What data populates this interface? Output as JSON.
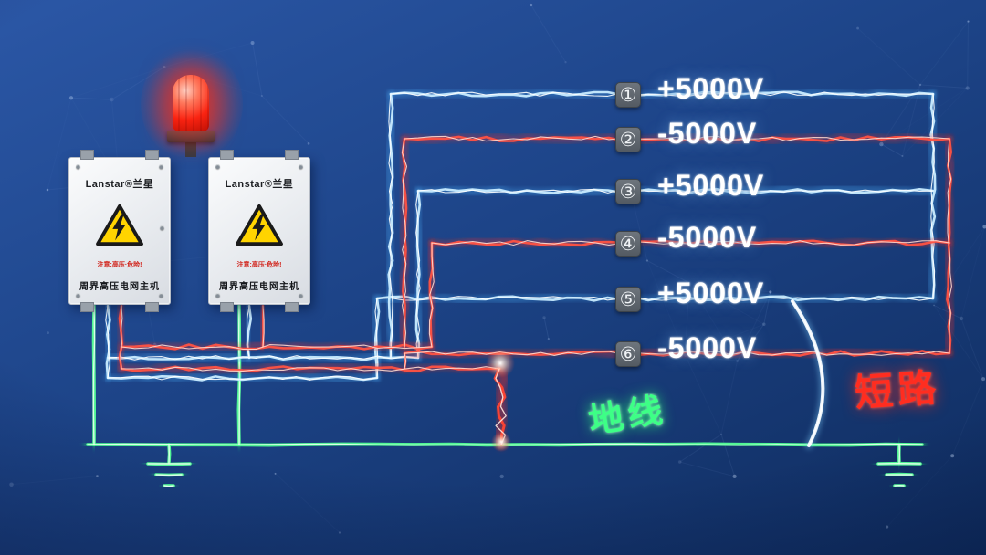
{
  "boxes": [
    {
      "brand": "Lanstar®兰星",
      "warning": "注意:高压·危险!",
      "model": "周界高压电网主机"
    },
    {
      "brand": "Lanstar®兰星",
      "warning": "注意:高压·危险!",
      "model": "周界高压电网主机"
    }
  ],
  "wires": [
    {
      "num": "①",
      "voltage": "+5000V",
      "polarity": "positive"
    },
    {
      "num": "②",
      "voltage": "-5000V",
      "polarity": "negative"
    },
    {
      "num": "③",
      "voltage": "+5000V",
      "polarity": "positive"
    },
    {
      "num": "④",
      "voltage": "-5000V",
      "polarity": "negative"
    },
    {
      "num": "⑤",
      "voltage": "+5000V",
      "polarity": "positive"
    },
    {
      "num": "⑥",
      "voltage": "-5000V",
      "polarity": "negative"
    }
  ],
  "annotations": {
    "ground_label": "地线",
    "short_circuit_label": "短路"
  },
  "colors": {
    "background_top": "#2b57a6",
    "background_mid": "#1d4488",
    "background_bottom": "#0f2c5e",
    "positive_glow": "#4fb4ff",
    "positive_main": "#c9ecff",
    "positive_core": "#ffffff",
    "negative_glow": "#ff2416",
    "negative_main": "#ff5242",
    "negative_core": "#ffdacf",
    "ground_glow": "#1fff6e",
    "ground_main": "#55ff97",
    "ground_core": "#eafff0",
    "arc_glow": "#7fd0ff",
    "arc_main": "#f2faff",
    "alarm_red": "#ff2d1a"
  }
}
